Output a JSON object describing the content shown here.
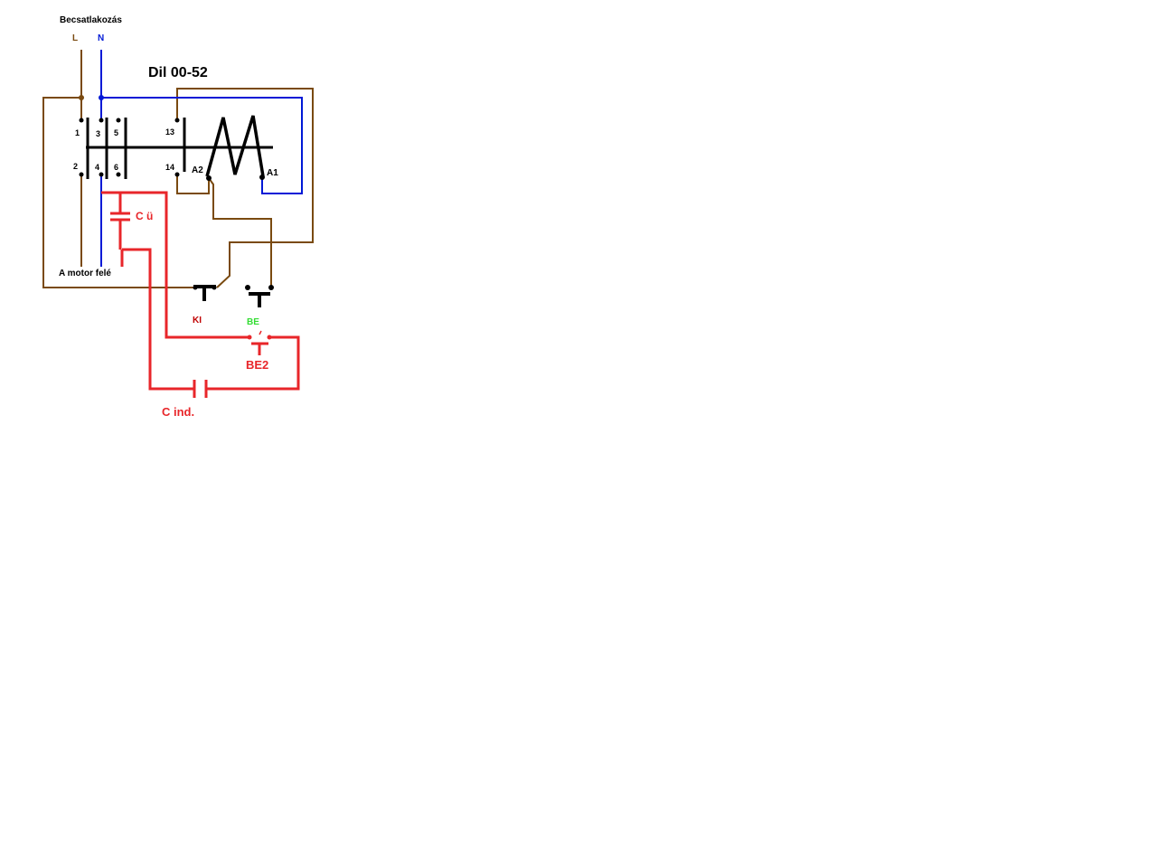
{
  "labels": {
    "supply": "Becsatlakozás",
    "line": "L",
    "neutral": "N",
    "contactor": "Dil 00-52",
    "motor": "A motor felé",
    "t1": "1",
    "t2": "2",
    "t3": "3",
    "t4": "4",
    "t5": "5",
    "t6": "6",
    "t13": "13",
    "t14": "14",
    "a1": "A1",
    "a2": "A2",
    "cap_run": "C ü",
    "cap_start": "C ind.",
    "btn_off": "KI",
    "btn_on": "BE",
    "btn_on2": "BE2"
  },
  "colors": {
    "line": "#7a4a10",
    "neutral": "#0019d6",
    "control": "#000000",
    "capacitor": "#e8262a",
    "button_on": "#33dd33",
    "button_off": "#c00000"
  }
}
